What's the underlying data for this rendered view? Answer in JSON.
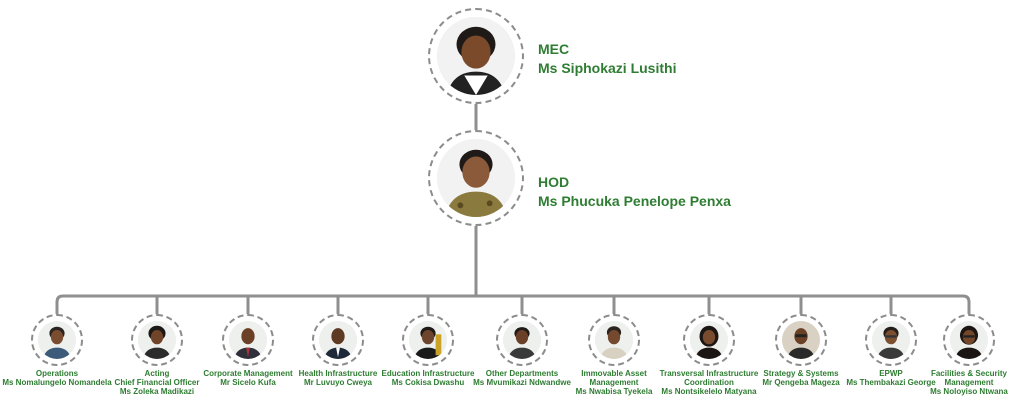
{
  "mec": {
    "role": "MEC",
    "name": "Ms Siphokazi Lusithi"
  },
  "hod": {
    "role": "HOD",
    "name": "Ms Phucuka Penelope Penxa"
  },
  "units": [
    {
      "lines": [
        "Operations",
        "Ms Nomalungelo Nomandela"
      ]
    },
    {
      "lines": [
        "Acting",
        "Chief Financial Officer",
        "Ms  Zoleka Madikazi"
      ]
    },
    {
      "lines": [
        "Corporate Management",
        "Mr Sicelo Kufa"
      ]
    },
    {
      "lines": [
        "Health Infrastructure",
        "Mr Luvuyo Cweya"
      ]
    },
    {
      "lines": [
        "Education Infrastructure",
        "Ms Cokisa Dwashu"
      ]
    },
    {
      "lines": [
        "Other Departments",
        "Ms Mvumikazi Ndwandwe"
      ]
    },
    {
      "lines": [
        "Immovable Asset",
        "Management",
        "Ms Nwabisa Tyekela"
      ]
    },
    {
      "lines": [
        "Transversal Infrastructure",
        "Coordination",
        "Ms Nontsikelelo Matyana"
      ]
    },
    {
      "lines": [
        "Strategy & Systems",
        "Mr Qengeba Mageza"
      ]
    },
    {
      "lines": [
        "EPWP",
        "Ms Thembakazi George"
      ]
    },
    {
      "lines": [
        "Facilities & Security",
        "Management",
        "Ms Noloyiso Ntwana"
      ]
    }
  ],
  "colors": {
    "label": "#2e7d32",
    "connector": "#8f8f8f",
    "ring": "#8c8c8c"
  }
}
